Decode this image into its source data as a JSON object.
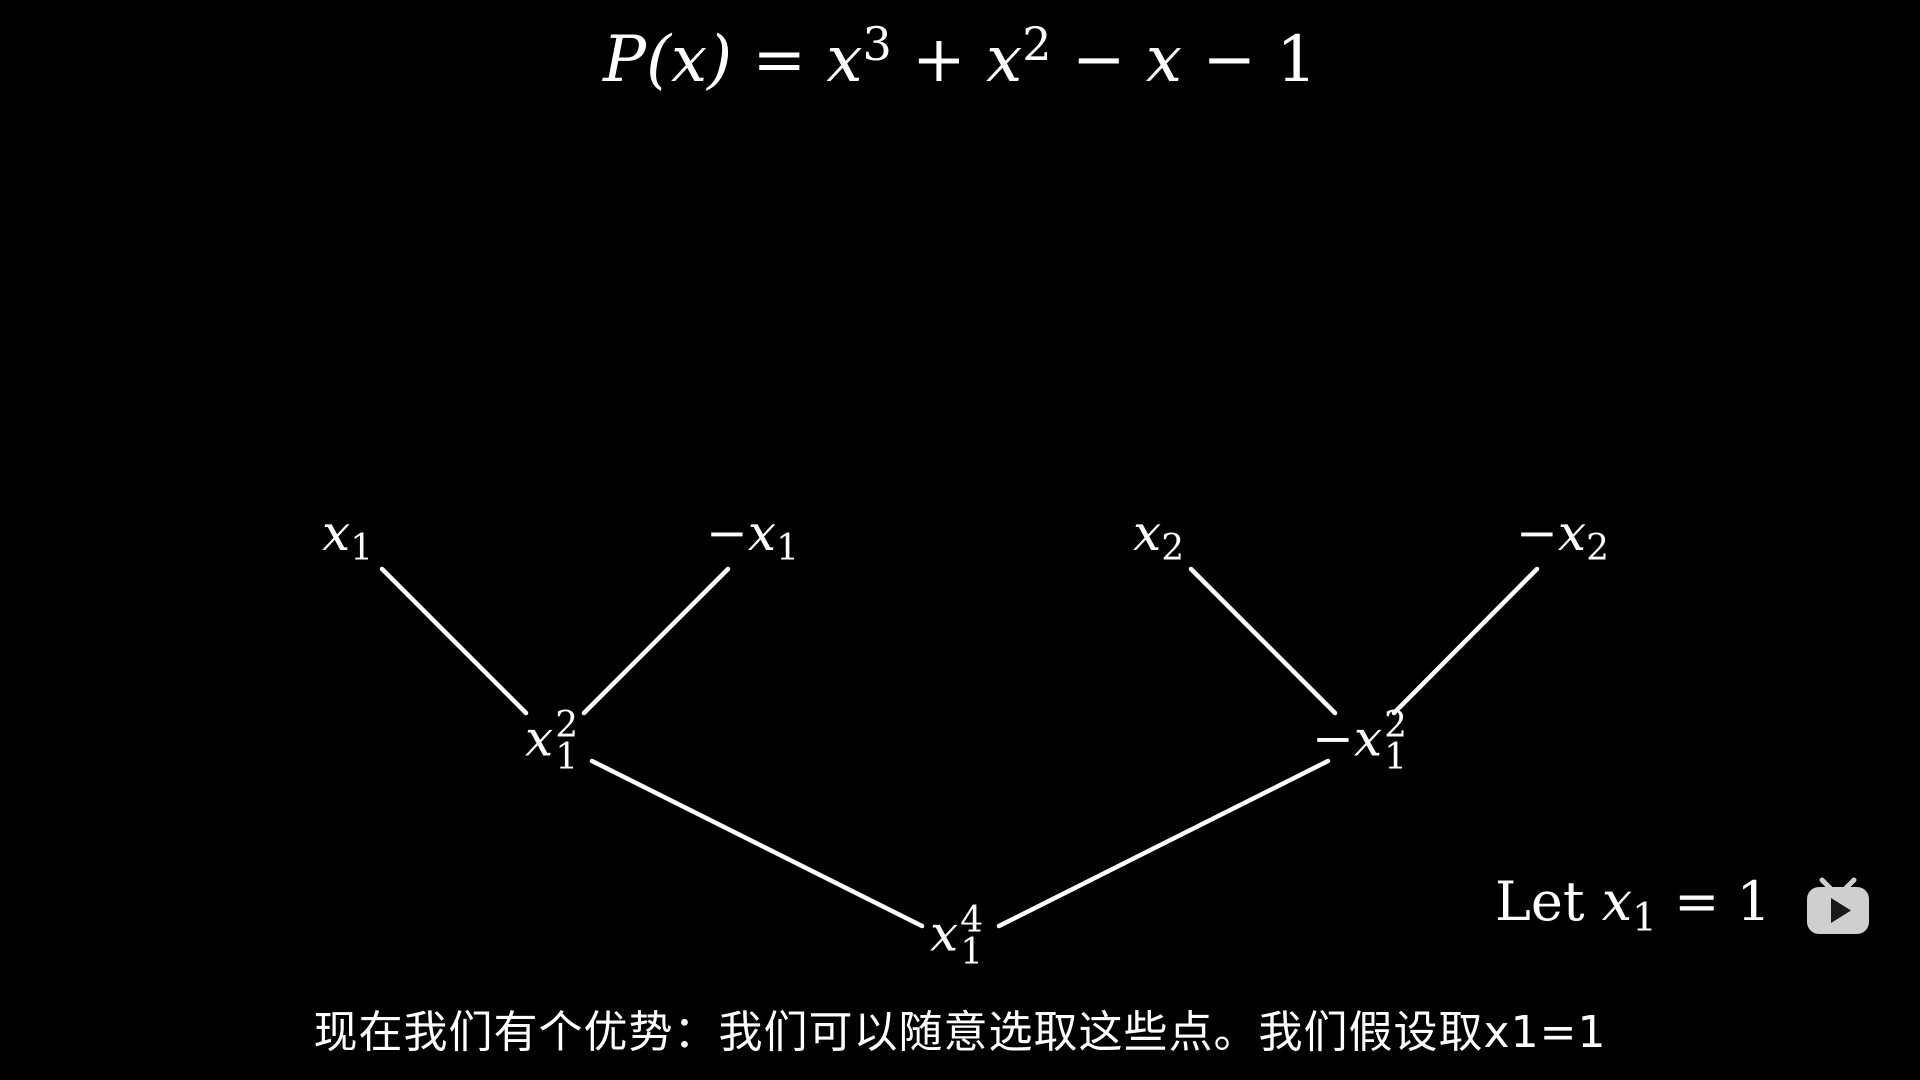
{
  "equation": {
    "lhs": "P(x)",
    "equals": "=",
    "term1_base": "x",
    "term1_exp": "3",
    "plus": "+",
    "term2_base": "x",
    "term2_exp": "2",
    "minus1": "−",
    "term3": "x",
    "minus2": "−",
    "constant": "1"
  },
  "tree": {
    "top_nodes": [
      {
        "sign": "",
        "base": "x",
        "sub": "1"
      },
      {
        "sign": "−",
        "base": "x",
        "sub": "1"
      },
      {
        "sign": "",
        "base": "x",
        "sub": "2"
      },
      {
        "sign": "−",
        "base": "x",
        "sub": "2"
      }
    ],
    "middle_nodes": [
      {
        "sign": "",
        "base": "x",
        "sub": "1",
        "sup": "2"
      },
      {
        "sign": "−",
        "base": "x",
        "sub": "1",
        "sup": "2"
      }
    ],
    "bottom_node": {
      "sign": "",
      "base": "x",
      "sub": "1",
      "sup": "4"
    }
  },
  "annotation": {
    "let_word": "Let",
    "var_base": "x",
    "var_sub": "1",
    "equals": "=",
    "value": "1"
  },
  "subtitle": {
    "text": "现在我们有个优势：我们可以随意选取这些点。我们假设取x1=1"
  },
  "player": {
    "icon": "bilibili-play-icon",
    "color": "#cfcfcf"
  },
  "colors": {
    "background": "#000000",
    "foreground": "#ffffff"
  }
}
